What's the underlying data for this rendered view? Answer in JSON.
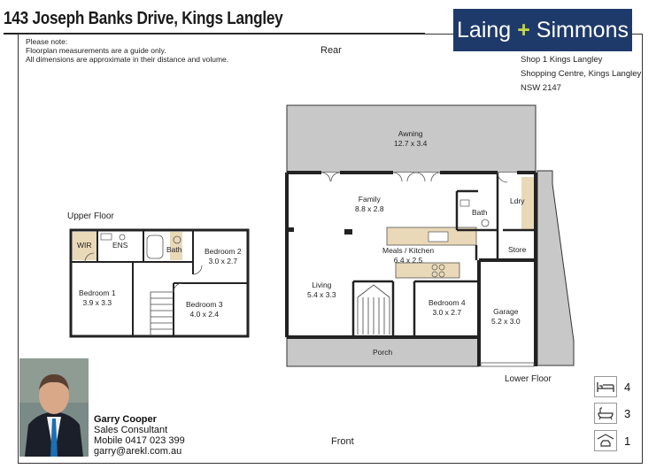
{
  "header": {
    "address_title": "143 Joseph Banks Drive, Kings Langley",
    "brand": {
      "part1": "Laing",
      "plus": "+",
      "part2": "Simmons"
    },
    "office_lines": [
      "Shop 1 Kings Langley",
      "Shopping Centre, Kings Langley",
      "NSW 2147"
    ]
  },
  "notes": [
    "Please note:",
    "Floorplan measurements are a guide only.",
    "All dimensions are approximate in their distance and volume."
  ],
  "labels": {
    "rear": "Rear",
    "front": "Front",
    "upper_floor": "Upper Floor",
    "lower_floor": "Lower Floor"
  },
  "upper_rooms": {
    "wir": "WIR",
    "ens": "ENS",
    "bath": "Bath",
    "bed2_name": "Bedroom 2",
    "bed2_dim": "3.0 x 2.7",
    "bed1_name": "Bedroom 1",
    "bed1_dim": "3.9 x 3.3",
    "bed3_name": "Bedroom 3",
    "bed3_dim": "4.0 x 2.4"
  },
  "lower_rooms": {
    "awning_name": "Awning",
    "awning_dim": "12.7 x 3.4",
    "family_name": "Family",
    "family_dim": "8.8 x 2.8",
    "bath": "Bath",
    "ldry": "Ldry",
    "store": "Store",
    "meals_name": "Meals / Kitchen",
    "meals_dim": "6.4 x 2.5",
    "living_name": "Living",
    "living_dim": "5.4 x 3.3",
    "bed4_name": "Bedroom 4",
    "bed4_dim": "3.0 x 2.7",
    "garage_name": "Garage",
    "garage_dim": "5.2 x 3.0",
    "porch": "Porch"
  },
  "agent": {
    "name": "Garry Cooper",
    "title": "Sales Consultant",
    "mobile": "Mobile  0417 023 399",
    "email": "garry@arekl.com.au"
  },
  "features": [
    {
      "icon": "bed-icon",
      "count": "4"
    },
    {
      "icon": "bath-icon",
      "count": "3"
    },
    {
      "icon": "car-icon",
      "count": "1"
    }
  ],
  "colors": {
    "brand_navy": "#1e3a6b",
    "brand_green": "#c6d64a",
    "outdoor_grey": "#c8c8c8",
    "wet_area_beige": "#ead9b8",
    "wall": "#222222"
  }
}
